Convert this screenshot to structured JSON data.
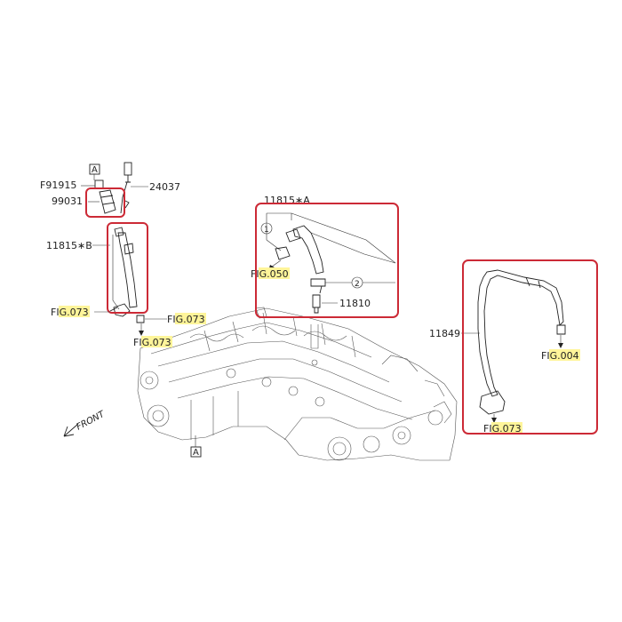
{
  "diagram": {
    "colors": {
      "highlight_box": "#cc2a36",
      "fig_highlight": "#fff59a",
      "line": "#222222"
    },
    "labels": {
      "ref_a_top": "A",
      "ref_a_bottom": "A",
      "f91915": "F91915",
      "p24037": "24037",
      "p99031": "99031",
      "p11815b": "11815∗B",
      "p11815a": "11815∗A",
      "p11810": "11810",
      "p11849": "11849",
      "callout_1": "1",
      "callout_2": "2",
      "front": "FRONT"
    },
    "fig_refs": {
      "left_073_a": {
        "prefix": "F",
        "highlight": "IG.07",
        "suffix": "3"
      },
      "left_073_b": {
        "prefix": "",
        "highlight": "IG.07",
        "suffix": "3"
      },
      "left_073_c": {
        "prefix": "F",
        "highlight": "IG.07",
        "suffix": "3"
      },
      "mid_050": {
        "prefix": "F",
        "highlight": "IG.05",
        "suffix": "0"
      },
      "right_004": {
        "prefix": "F",
        "highlight": "IG.00",
        "suffix": "4"
      },
      "right_073": {
        "prefix": "F",
        "highlight": "IG.07",
        "suffix": "3"
      }
    }
  }
}
